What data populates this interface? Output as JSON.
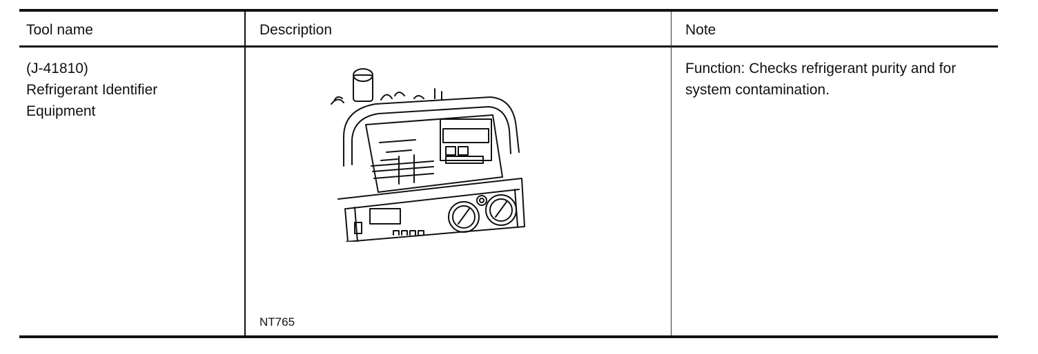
{
  "table": {
    "headers": {
      "tool_name": "Tool name",
      "description": "Description",
      "note": "Note"
    },
    "rows": [
      {
        "tool_name": "(J-41810)\nRefrigerant Identifier\nEquipment",
        "figure_code": "NT765",
        "note": "Function: Checks refrigerant purity and for system contamination."
      }
    ]
  }
}
